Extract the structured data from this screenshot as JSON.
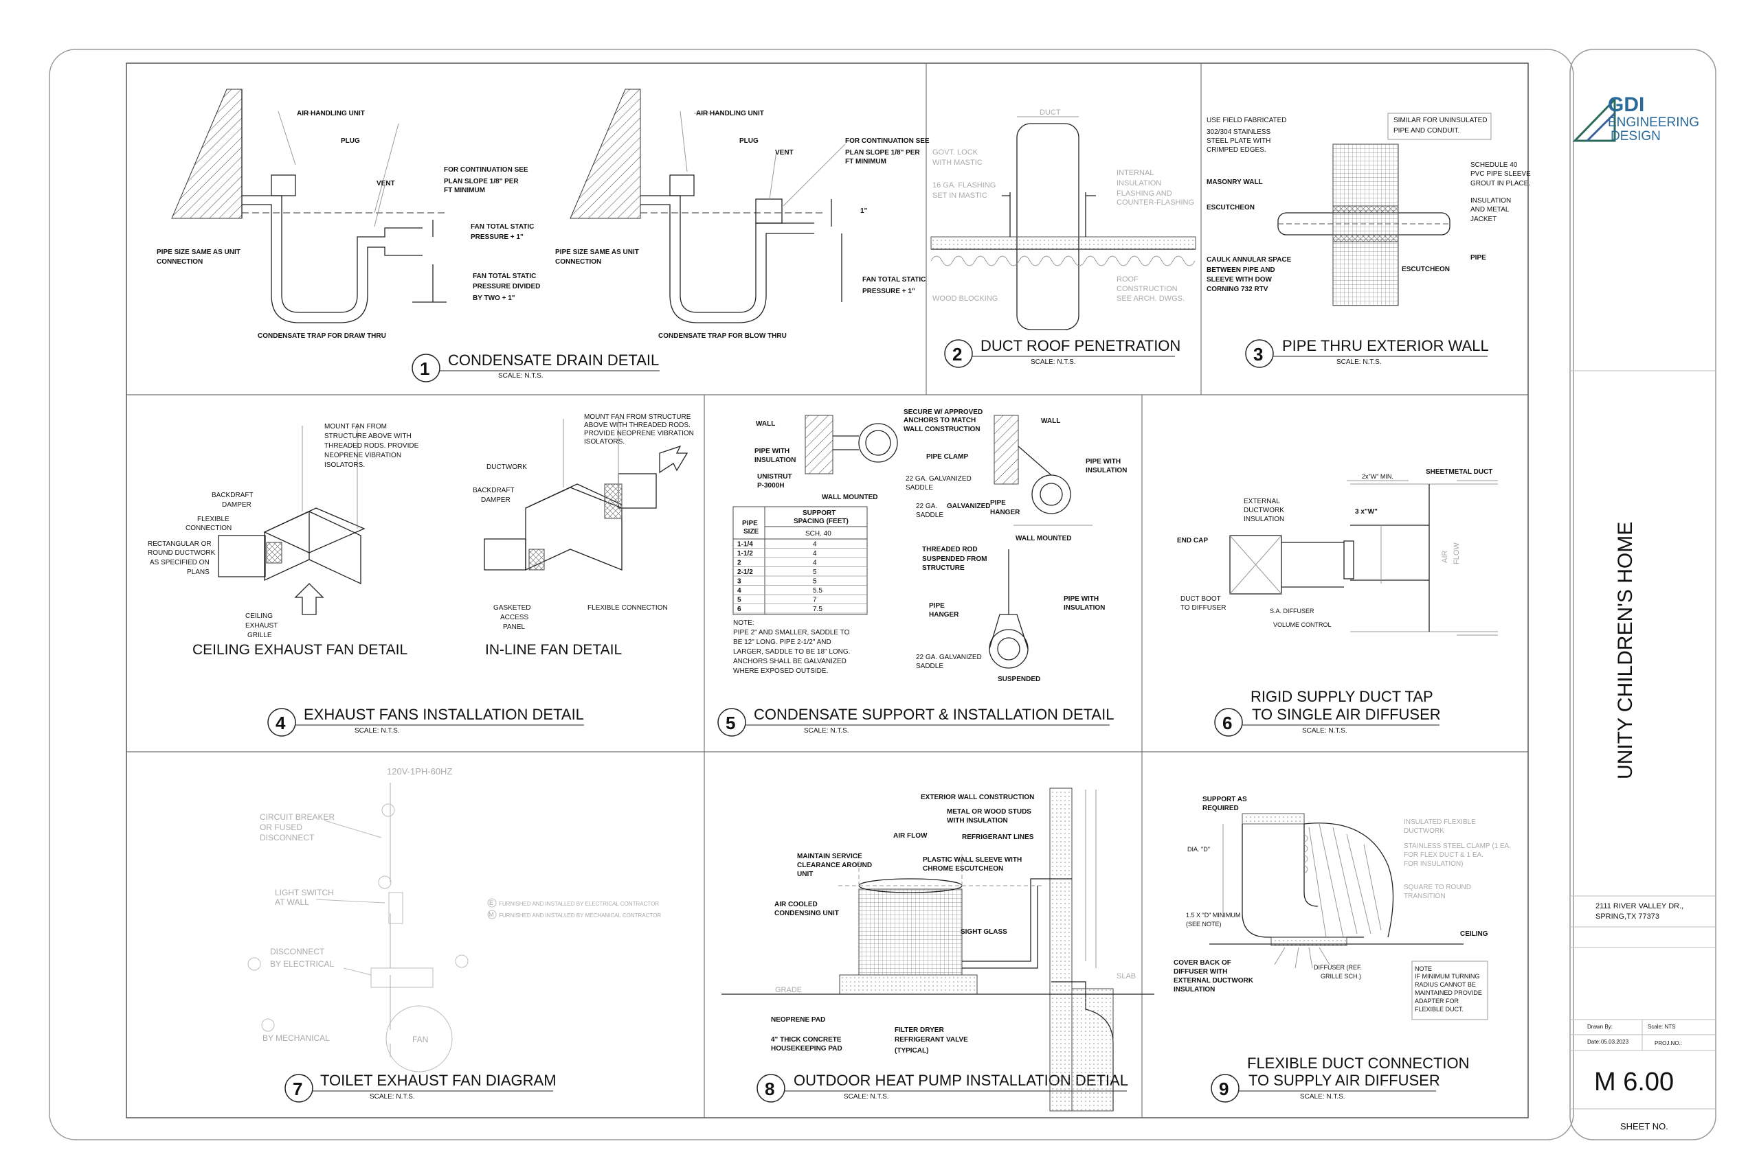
{
  "title_block": {
    "logo_gdi": "GDI",
    "logo_line1": "ENGINEERING",
    "logo_line2": "DESIGN",
    "project_name": "UNITY CHILDREN'S HOME",
    "address_line1": "2111 RIVER VALLEY DR.,",
    "address_line2": "SPRING,TX 77373",
    "drawn_by_label": "Drawn By:",
    "scale_label": "Scale: NTS",
    "date_label": "Date:",
    "date_value": "05.03.2023",
    "proj_no_label": "PROJ.NO.:",
    "sheet_number": "M 6.00",
    "sheet_no_label": "SHEET NO."
  },
  "details": [
    {
      "num": "1",
      "title": "CONDENSATE DRAIN DETAIL",
      "scale": "SCALE: N.T.S."
    },
    {
      "num": "2",
      "title": "DUCT ROOF PENETRATION",
      "scale": "SCALE: N.T.S."
    },
    {
      "num": "3",
      "title": "PIPE THRU EXTERIOR WALL",
      "scale": "SCALE: N.T.S."
    },
    {
      "num": "4",
      "title": "EXHAUST FANS INSTALLATION DETAIL",
      "scale": "SCALE: N.T.S."
    },
    {
      "num": "5",
      "title": "CONDENSATE SUPPORT & INSTALLATION DETAIL",
      "scale": "SCALE: N.T.S."
    },
    {
      "num": "6",
      "title": "RIGID SUPPLY DUCT TAP",
      "title2": "TO SINGLE AIR DIFFUSER",
      "scale": "SCALE: N.T.S."
    },
    {
      "num": "7",
      "title": "TOILET EXHAUST FAN DIAGRAM",
      "scale": "SCALE: N.T.S."
    },
    {
      "num": "8",
      "title": "OUTDOOR HEAT PUMP INSTALLATION DETIAL",
      "scale": "SCALE: N.T.S."
    },
    {
      "num": "9",
      "title": "FLEXIBLE DUCT CONNECTION",
      "title2": "TO SUPPLY AIR DIFFUSER",
      "scale": "SCALE: N.T.S."
    }
  ],
  "d1": {
    "a_ahu": "AIR HANDLING UNIT",
    "a_plug": "PLUG",
    "a_vent": "VENT",
    "a_cont1": "FOR CONTINUATION SEE",
    "a_cont2": "PLAN SLOPE 1/8\" PER",
    "a_cont3": "FT MINIMUM",
    "a_fts1": "FAN TOTAL STATIC",
    "a_fts2": "PRESSURE + 1\"",
    "a_ftsd1": "FAN TOTAL STATIC",
    "a_ftsd2": "PRESSURE DIVIDED",
    "a_ftsd3": "BY TWO + 1\"",
    "a_pipe1": "PIPE SIZE SAME AS UNIT",
    "a_pipe2": "CONNECTION",
    "a_trap": "CONDENSATE TRAP FOR DRAW THRU",
    "b_ahu": "AIR HANDLING UNIT",
    "b_plug": "PLUG",
    "b_vent": "VENT",
    "b_cont1": "FOR CONTINUATION SEE",
    "b_cont2": "PLAN SLOPE 1/8\" PER",
    "b_cont3": "FT MINIMUM",
    "b_one": "1\"",
    "b_fts1": "FAN TOTAL STATIC",
    "b_fts2": "PRESSURE + 1\"",
    "b_pipe1": "PIPE SIZE SAME AS UNIT",
    "b_pipe2": "CONNECTION",
    "b_trap": "CONDENSATE TRAP FOR BLOW THRU"
  },
  "d2": {
    "duct": "DUCT",
    "gov1": "GOVT. LOCK",
    "gov2": "WITH MASTIC",
    "fl1": "16 GA. FLASHING",
    "fl2": "SET IN MASTIC",
    "ins1": "INTERNAL",
    "ins2": "INSULATION",
    "cf1": "FLASHING AND",
    "cf2": "COUNTER-FLASHING",
    "rc1": "ROOF",
    "rc2": "CONSTRUCTION",
    "rc3": "SEE ARCH. DWGS.",
    "wood": "WOOD BLOCKING"
  },
  "d3": {
    "f1": "USE FIELD FABRICATED",
    "f2": "302/304 STAINLESS",
    "f3": "STEEL PLATE WITH",
    "f4": "CRIMPED EDGES.",
    "s1": "SIMILAR FOR UNINSULATED",
    "s2": "PIPE AND CONDUIT.",
    "mw": "MASONRY WALL",
    "esc": "ESCUTCHEON",
    "sch1": "SCHEDULE 40",
    "sch2": "PVC PIPE SLEEVE",
    "sch3": "GROUT IN PLACE.",
    "in1": "INSULATION",
    "in2": "AND METAL",
    "in3": "JACKET",
    "ck1": "CAULK ANNULAR SPACE",
    "ck2": "BETWEEN PIPE AND",
    "ck3": "SLEEVE WITH DOW",
    "ck4": "CORNING 732 RTV",
    "esc2": "ESCUTCHEON",
    "pipe": "PIPE"
  },
  "d4": {
    "m1": "MOUNT FAN FROM",
    "m2": "STRUCTURE ABOVE WITH",
    "m3": "THREADED RODS. PROVIDE",
    "m4": "NEOPRENE VIBRATION",
    "m5": "ISOLATORS.",
    "bd1": "BACKDRAFT",
    "bd2": "DAMPER",
    "fc1": "FLEXIBLE",
    "fc2": "CONNECTION",
    "rr1": "RECTANGULAR OR",
    "rr2": "ROUND DUCTWORK",
    "rr3": "AS SPECIFIED ON",
    "rr4": "PLANS",
    "ce1": "CEILING",
    "ce2": "EXHAUST",
    "ce3": "GRILLE",
    "n1": "MOUNT FAN FROM STRUCTURE",
    "n2": "ABOVE WITH THREADED RODS.",
    "n3": "PROVIDE NEOPRENE VIBRATION",
    "n4": "ISOLATORS.",
    "dw": "DUCTWORK",
    "bd3": "BACKDRAFT",
    "bd4": "DAMPER",
    "ga1": "GASKETED",
    "ga2": "ACCESS",
    "ga3": "PANEL",
    "fc3": "FLEXIBLE CONNECTION",
    "sub1": "CEILING EXHAUST FAN DETAIL",
    "sub2": "IN-LINE FAN DETAIL"
  },
  "d5": {
    "wall": "WALL",
    "sec1": "SECURE W/ APPROVED",
    "sec2": "ANCHORS TO MATCH",
    "sec3": "WALL CONSTRUCTION",
    "wall2": "WALL",
    "pwi1": "PIPE WITH",
    "pwi2": "INSULATION",
    "pc": "PIPE CLAMP",
    "uni1": "UNISTRUT",
    "uni2": "P-3000H",
    "ga1": "22 GA. GALVANIZED",
    "ga2": "SADDLE",
    "wm": "WALL MOUNTED",
    "pwi3": "PIPE WITH",
    "pwi4": "INSULATION",
    "g22a": "22 GA.",
    "g22b": "SADDLE",
    "galv": "GALVANIZED",
    "ph1": "PIPE",
    "ph2": "HANGER",
    "wm2": "WALL MOUNTED",
    "tr1": "THREADED ROD",
    "tr2": "SUSPENDED FROM",
    "tr3": "STRUCTURE",
    "ph3": "PIPE",
    "ph4": "HANGER",
    "pwi5": "PIPE WITH",
    "pwi6": "INSULATION",
    "ga3": "22 GA. GALVANIZED",
    "ga4": "SADDLE",
    "susp": "SUSPENDED",
    "table_h1a": "PIPE",
    "table_h1b": "SIZE",
    "table_h2a": "SUPPORT",
    "table_h2b": "SPACING (FEET)",
    "table_h2c": "SCH. 40",
    "table_rows": [
      [
        "1-1/4",
        "4"
      ],
      [
        "1-1/2",
        "4"
      ],
      [
        "2",
        "4"
      ],
      [
        "2-1/2",
        "5"
      ],
      [
        "3",
        "5"
      ],
      [
        "4",
        "5.5"
      ],
      [
        "5",
        "7"
      ],
      [
        "6",
        "7.5"
      ]
    ],
    "note0": "NOTE:",
    "note1": "PIPE 2\" AND SMALLER, SADDLE TO",
    "note2": "BE 12\" LONG. PIPE 2-1/2\" AND",
    "note3": "LARGER, SADDLE TO BE 18\" LONG.",
    "note4": "ANCHORS SHALL BE GALVANIZED",
    "note5": "WHERE EXPOSED OUTSIDE."
  },
  "d6": {
    "w2": "2x\"W\" MIN.",
    "sm": "SHEETMETAL DUCT",
    "x3": "3 x\"W\"",
    "ext1": "EXTERNAL",
    "ext2": "DUCTWORK",
    "ext3": "INSULATION",
    "ec": "END CAP",
    "db1": "DUCT BOOT",
    "db2": "TO DIFFUSER",
    "sa": "S.A. DIFFUSER",
    "vc": "VOLUME CONTROL",
    "air": "AIR",
    "flow": "FLOW"
  },
  "d7": {
    "volt": "120V-1PH-60HZ",
    "cb1": "CIRCUIT BREAKER",
    "cb2": "OR FUSED",
    "cb3": "DISCONNECT",
    "ls1": "LIGHT SWITCH",
    "ls2": "AT WALL",
    "dc1": "DISCONNECT",
    "dc2": "BY ELECTRICAL",
    "bm": "BY MECHANICAL",
    "fan": "FAN",
    "leg1": "FURNISHED AND INSTALLED BY ELECTRICAL CONTRACTOR",
    "leg2": "FURNISHED AND INSTALLED BY MECHANICAL CONTRACTOR",
    "e": "E",
    "m": "M"
  },
  "d8": {
    "ewc": "EXTERIOR WALL CONSTRUCTION",
    "ms1": "METAL OR WOOD STUDS",
    "ms2": "WITH INSULATION",
    "af": "AIR FLOW",
    "rl": "REFRIGERANT LINES",
    "msc1": "MAINTAIN SERVICE",
    "msc2": "CLEARANCE AROUND",
    "msc3": "UNIT",
    "pws1": "PLASTIC WALL SLEEVE WITH",
    "pws2": "CHROME ESCUTCHEON",
    "ac1": "AIR COOLED",
    "ac2": "CONDENSING UNIT",
    "sg": "SIGHT GLASS",
    "grade": "GRADE",
    "slab": "SLAB",
    "np": "NEOPRENE PAD",
    "hk1": "4\" THICK CONCRETE",
    "hk2": "HOUSEKEEPING PAD",
    "fd1": "FILTER DRYER",
    "fd2": "REFRIGERANT VALVE",
    "fd3": "(TYPICAL)"
  },
  "d9": {
    "sr1": "SUPPORT AS",
    "sr2": "REQUIRED",
    "ifd1": "INSULATED FLEXIBLE",
    "ifd2": "DUCTWORK",
    "ssc1": "STAINLESS STEEL CLAMP (1 EA.",
    "ssc2": "FOR FLEX DUCT & 1 EA.",
    "ssc3": "FOR INSULATION)",
    "dia": "DIA. \"D\"",
    "sq1": "SQUARE TO ROUND",
    "sq2": "TRANSITION",
    "m1": "1.5 X \"D\" MINIMUM",
    "m2": "(SEE NOTE)",
    "ceil": "CEILING",
    "cb1": "COVER BACK OF",
    "cb2": "DIFFUSER WITH",
    "cb3": "EXTERNAL DUCTWORK",
    "cb4": "INSULATION",
    "dif1": "DIFFUSER (REF.",
    "dif2": "GRILLE SCH.)",
    "n1": "NOTE",
    "n2": "IF MINIMUM TURNING",
    "n3": "RADIUS CANNOT BE",
    "n4": "MAINTAINED PROVIDE",
    "n5": "ADAPTER FOR",
    "n6": "FLEXIBLE DUCT."
  }
}
